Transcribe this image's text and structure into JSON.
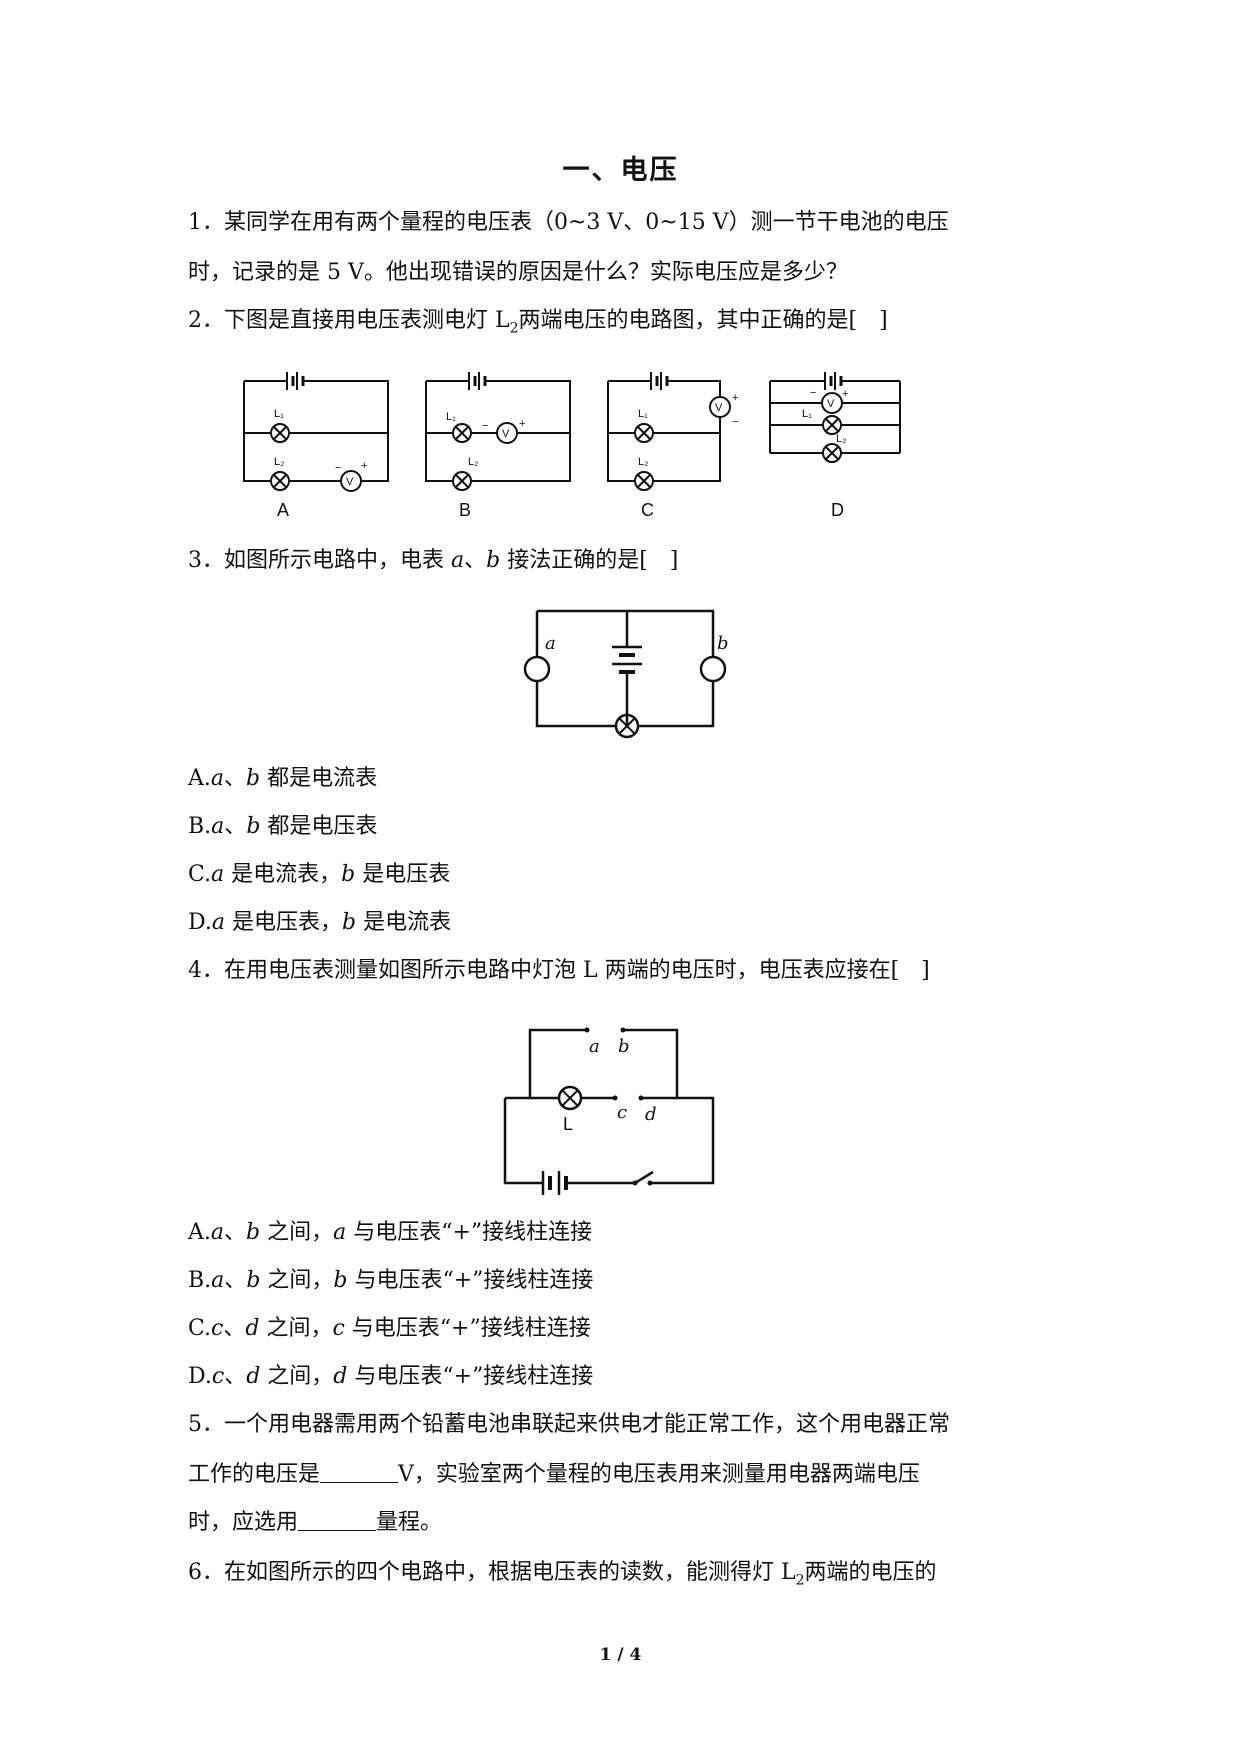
{
  "title": "一、电压",
  "q1": {
    "line1": "1．某同学在用有两个量程的电压表（0~3 V、0~15 V）测一节干电池的电压",
    "line2": "时，记录的是 5 V。他出现错误的原因是什么？实际电压应是多少？"
  },
  "q2": {
    "text_pre": "2．下图是直接用电压表测电灯 L",
    "sub": "2",
    "text_post": "两端电压的电路图，其中正确的是[　]",
    "figure_labels": [
      "A",
      "B",
      "C",
      "D"
    ],
    "lamp1": "L₁",
    "lamp2": "L₂",
    "meter": "V",
    "plus": "+",
    "minus": "−"
  },
  "q3": {
    "text_pre": "3．如图所示电路中，电表 ",
    "a": "a",
    "sep": "、",
    "b": "b",
    "text_post": " 接法正确的是[　]",
    "options": [
      {
        "letter": "A.",
        "v1": "a",
        "t1": "、",
        "v2": "b",
        "t2": " 都是电流表"
      },
      {
        "letter": "B.",
        "v1": "a",
        "t1": "、",
        "v2": "b",
        "t2": " 都是电压表"
      },
      {
        "letter": "C.",
        "v1": "a",
        "t1": " 是电流表，",
        "v2": "b",
        "t2": " 是电压表"
      },
      {
        "letter": "D.",
        "v1": "a",
        "t1": " 是电压表，",
        "v2": "b",
        "t2": " 是电流表"
      }
    ]
  },
  "q4": {
    "text": "4．在用电压表测量如图所示电路中灯泡 L 两端的电压时，电压表应接在[　]",
    "fig": {
      "a": "a",
      "b": "b",
      "c": "c",
      "d": "d",
      "L": "L"
    },
    "options": [
      {
        "letter": "A.",
        "v1": "a",
        "t1": "、",
        "v2": "b",
        "t2": " 之间，",
        "v3": "a",
        "t3": " 与电压表“+”接线柱连接"
      },
      {
        "letter": "B.",
        "v1": "a",
        "t1": "、",
        "v2": "b",
        "t2": " 之间，",
        "v3": "b",
        "t3": " 与电压表“+”接线柱连接"
      },
      {
        "letter": "C.",
        "v1": "c",
        "t1": "、",
        "v2": "d",
        "t2": " 之间，",
        "v3": "c",
        "t3": " 与电压表“+”接线柱连接"
      },
      {
        "letter": "D.",
        "v1": "c",
        "t1": "、",
        "v2": "d",
        "t2": " 之间，",
        "v3": "d",
        "t3": " 与电压表“+”接线柱连接"
      }
    ]
  },
  "q5": {
    "line1": "5．一个用电器需用两个铅蓄电池串联起来供电才能正常工作，这个用电器正常",
    "line2_pre": "工作的电压是",
    "line2_post": "V，实验室两个量程的电压表用来测量用电器两端电压",
    "line3_pre": "时，应选用",
    "line3_post": "量程。"
  },
  "q6": {
    "text_pre": "6．在如图所示的四个电路中，根据电压表的读数，能测得灯 L",
    "sub": "2",
    "text_post": "两端的电压的"
  },
  "footer": "1 / 4"
}
